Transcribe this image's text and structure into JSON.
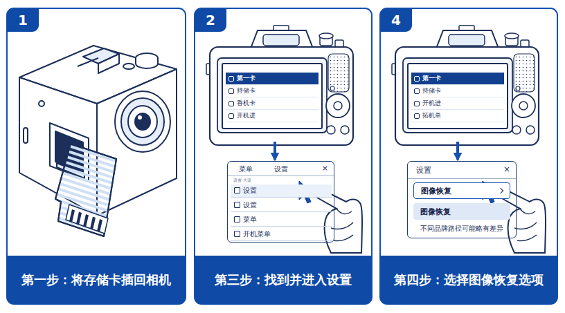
{
  "diagram": {
    "nodes": [
      {
        "text": [
          "1"
        ]
      },
      {
        "text": [
          "第一步：将存储卡插回相机"
        ]
      },
      {
        "text": [
          "2"
        ]
      },
      {
        "text": [
          "第一卡",
          "持储卡",
          "香机卡",
          "开机进"
        ]
      },
      {
        "text": [
          "菜单",
          "设置",
          "×",
          "设置 大设"
        ]
      },
      {
        "text": [
          "设置"
        ],
        "in": 4
      },
      {
        "text": [
          "设置"
        ],
        "in": 4
      },
      {
        "text": [
          "菜单"
        ],
        "in": 4
      },
      {
        "text": [
          "开机菜单"
        ],
        "in": 4
      },
      {
        "text": [
          "第三步：找到并进入设置"
        ]
      },
      {
        "text": [
          "4"
        ]
      },
      {
        "text": [
          "第一卡",
          "持储卡",
          "开机进",
          "拓机单"
        ]
      },
      {
        "text": [
          "设置",
          "×",
          "不同品牌路径可能略有差异"
        ]
      },
      {
        "text": [
          "图像恢复"
        ],
        "in": 12
      },
      {
        "text": [
          "图像恢复"
        ],
        "in": 12
      },
      {
        "text": [
          "第四步：选择图像恢复选项"
        ]
      }
    ],
    "edges": [
      {
        "from": 3,
        "to": 4,
        "arrow": "to"
      },
      {
        "from": 11,
        "to": 12,
        "arrow": "to"
      }
    ]
  }
}
